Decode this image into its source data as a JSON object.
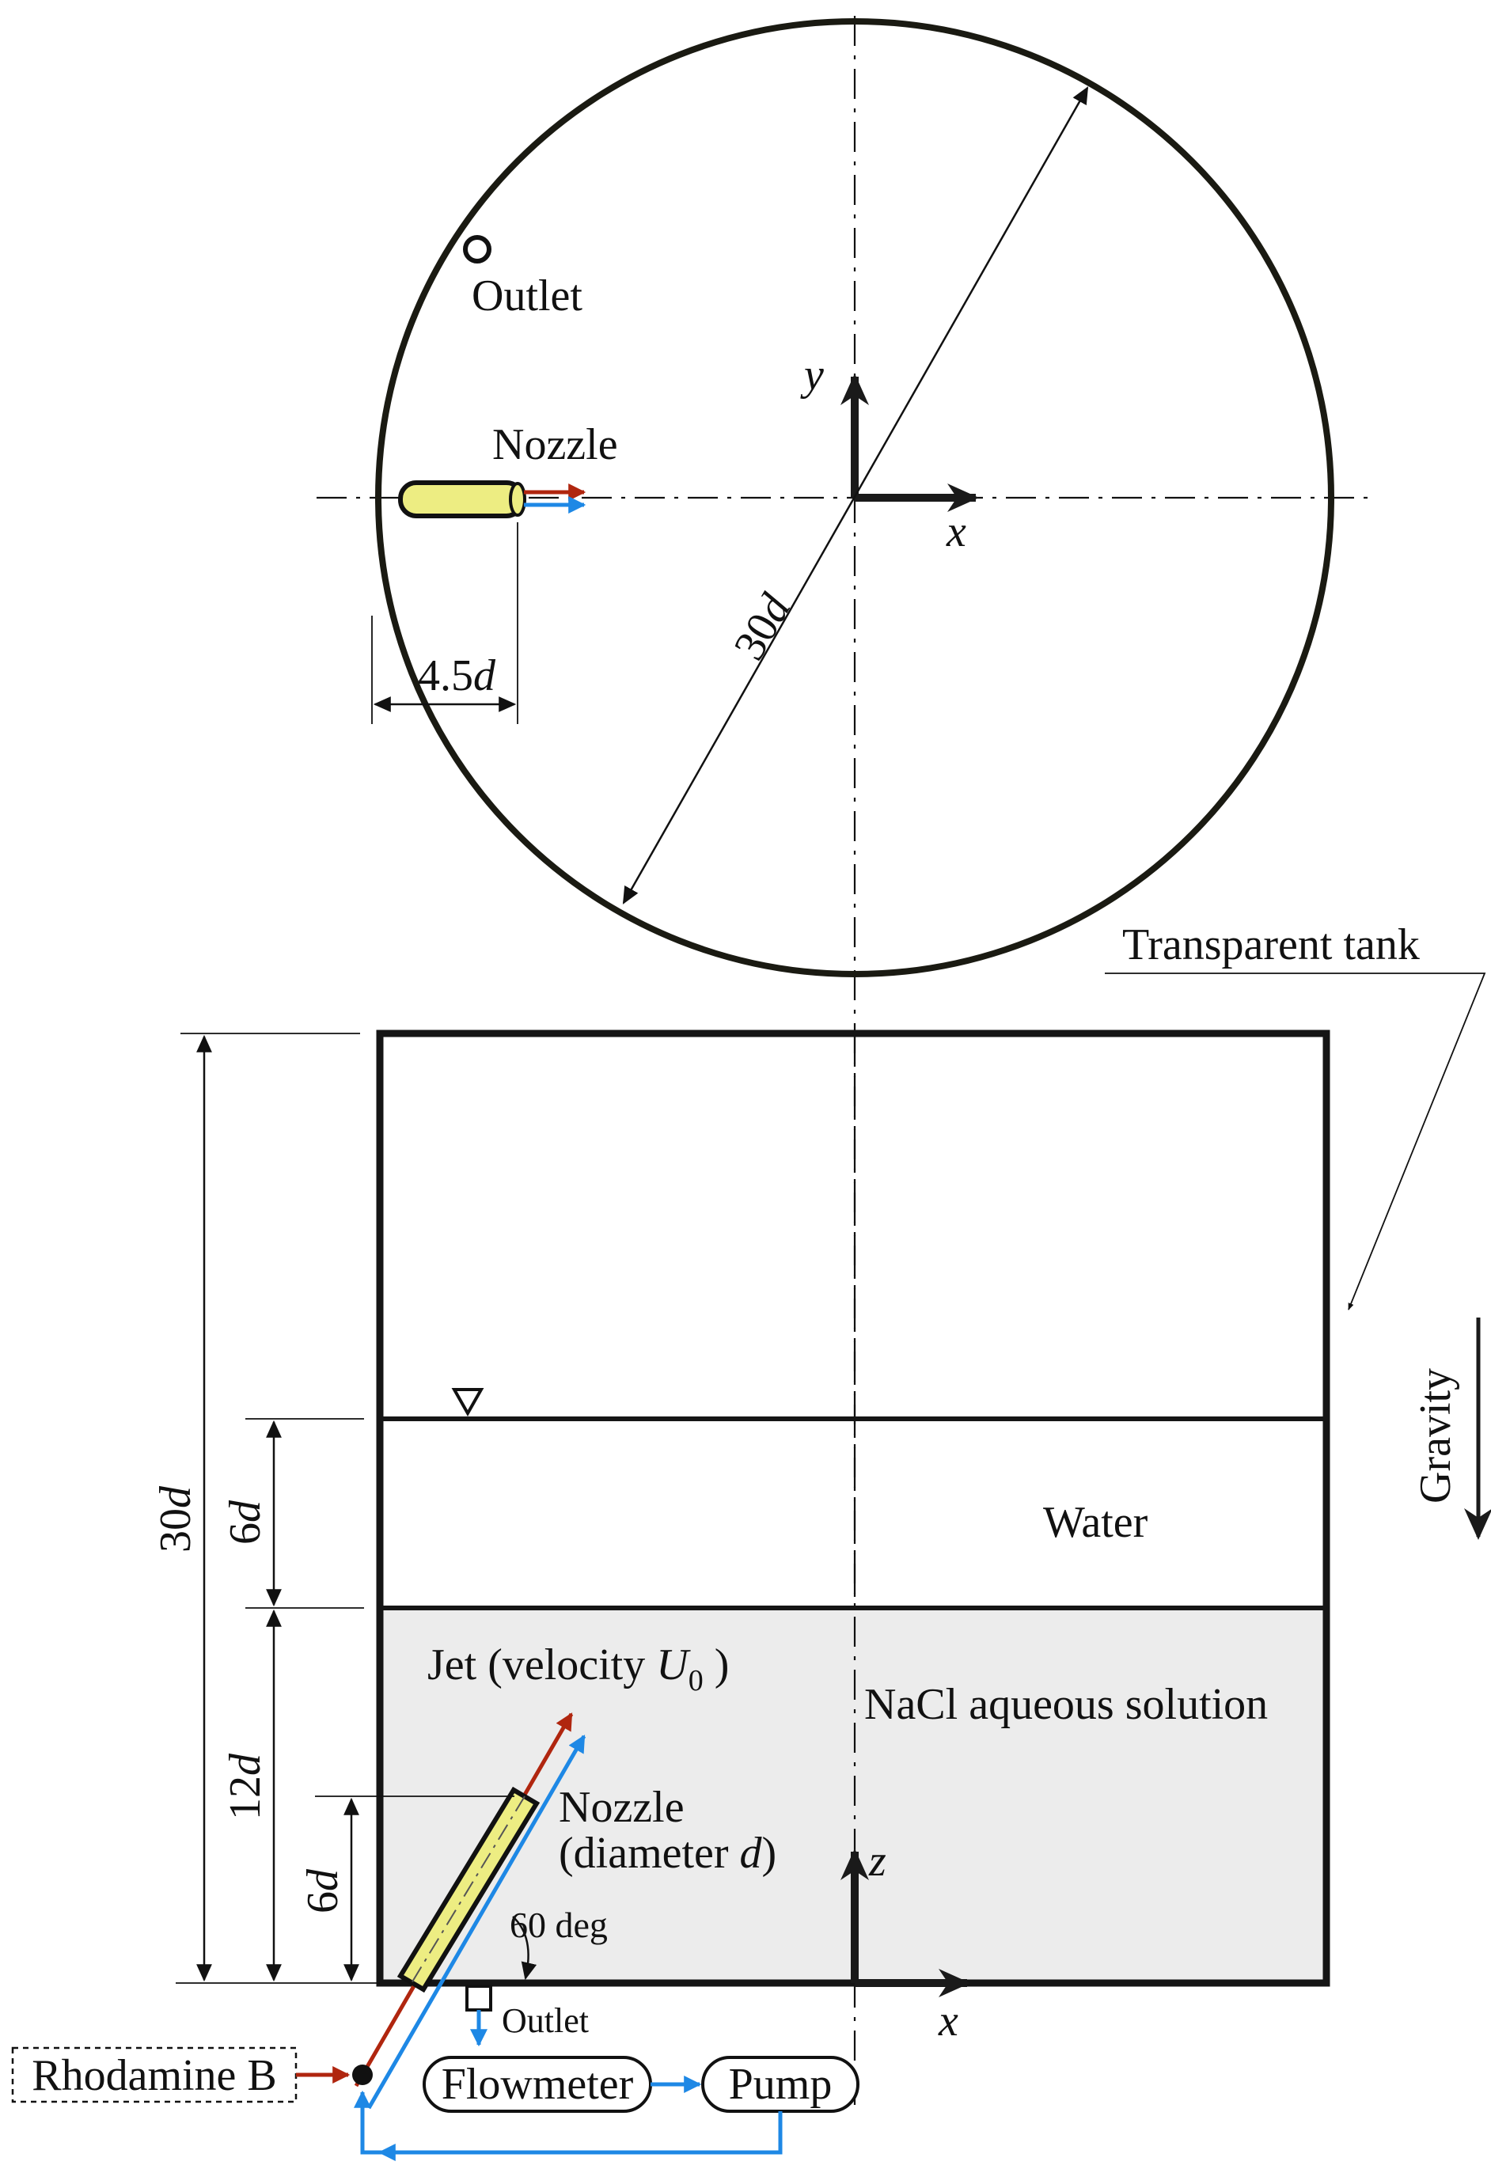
{
  "top_view": {
    "outlet_label": "Outlet",
    "nozzle_label": "Nozzle",
    "y_axis": "y",
    "x_axis": "x",
    "diameter_num": "30",
    "diameter_var": "d",
    "offset_num": "4.5",
    "offset_var": "d"
  },
  "side_view": {
    "tank_label": "Transparent tank",
    "gravity_label": "Gravity",
    "water_label": "Water",
    "solution_label": "NaCl aqueous solution",
    "jet_prefix": "Jet (velocity ",
    "jet_var": "U",
    "jet_sub": "0",
    "jet_suffix": " )",
    "nozzle_line1": "Nozzle",
    "nozzle_line2_prefix": "(diameter ",
    "nozzle_line2_var": "d",
    "nozzle_line2_suffix": ")",
    "angle_label": "60 deg",
    "z_axis": "z",
    "x_axis": "x",
    "height_total_num": "30",
    "height_upper_num": "6",
    "height_lower_num": "12",
    "height_nozzle_num": "6",
    "dim_var": "d"
  },
  "flow_loop": {
    "dye_label": "Rhodamine B",
    "outlet_label": "Outlet",
    "flowmeter_label": "Flowmeter",
    "pump_label": "Pump"
  },
  "colors": {
    "dye_arrow": "#b0260f",
    "water_arrow": "#1e88e5",
    "nozzle_fill": "#eded82",
    "solution_fill": "#ececec",
    "outline": "#151515"
  }
}
